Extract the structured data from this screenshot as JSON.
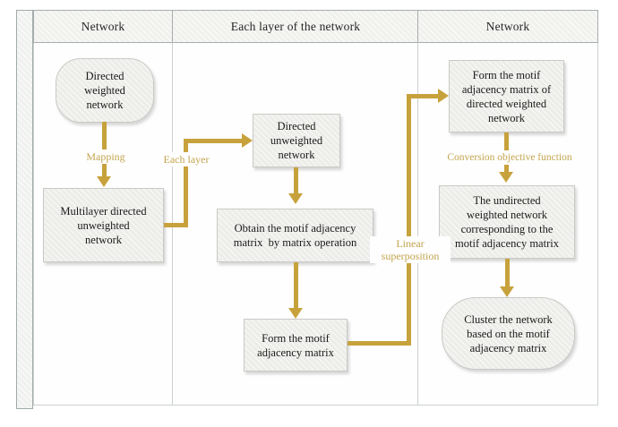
{
  "diagram": {
    "lanes": [
      {
        "label": "Network"
      },
      {
        "label": "Each layer of the network"
      },
      {
        "label": "Network"
      }
    ],
    "nodes": [
      {
        "id": "directed-weighted-network",
        "shape": "stadium",
        "text": "Directed\nweighted\nnetwork"
      },
      {
        "id": "multilayer-directed-unweighted-network",
        "shape": "rect",
        "text": "Multilayer directed\nunweighted\nnetwork"
      },
      {
        "id": "directed-unweighted-network",
        "shape": "rect",
        "text": "Directed\nunweighted\nnetwork"
      },
      {
        "id": "obtain-motif-adjacency-matrix",
        "shape": "rect",
        "text": "Obtain the motif adjacency\nmatrix  by matrix operation"
      },
      {
        "id": "form-motif-adjacency-matrix",
        "shape": "rect",
        "text": "Form the motif\nadjacency matrix"
      },
      {
        "id": "form-motif-adjacency-matrix-of-directed-weighted-network",
        "shape": "rect",
        "text": "Form the motif\nadjacency matrix of\ndirected weighted\nnetwork"
      },
      {
        "id": "undirected-weighted-network-corresponding",
        "shape": "rect",
        "text": "The undirected\nweighted network\ncorresponding to the\nmotif adjacency matrix"
      },
      {
        "id": "cluster-network",
        "shape": "stadium",
        "text": "Cluster the network\nbased on the motif\nadjacency matrix"
      }
    ],
    "edge_labels": [
      {
        "id": "mapping",
        "text": "Mapping"
      },
      {
        "id": "each-layer",
        "text": "Each layer"
      },
      {
        "id": "linear-superposition",
        "text": "Linear\nsuperposition"
      },
      {
        "id": "conversion-objective-function",
        "text": "Conversion objective function"
      }
    ],
    "colors": {
      "arrow": "#C7A23C",
      "edge_label": "#C3A44E",
      "node_fill": "#ECECE9",
      "node_border": "#C9C9C6",
      "node_text": "#1B1B1B"
    }
  }
}
